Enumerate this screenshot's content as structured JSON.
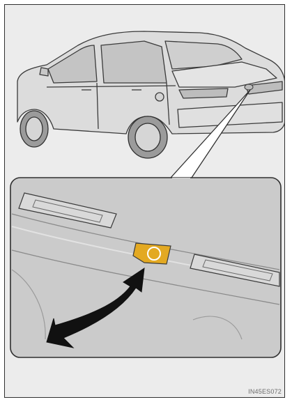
{
  "figure": {
    "id_label": "IN45ES072"
  },
  "colors": {
    "background": "#ececec",
    "outline": "#2f2f2f",
    "car_body": "#d8d8d8",
    "inset_panel": "#c9c9c9",
    "sensor_highlight": "#e3a922",
    "arrow": "#111111"
  },
  "icons": {
    "car": "sedan-rear-three-quarter",
    "sensor": "trunk-handle-camera",
    "pointer": "curved-arrow"
  }
}
